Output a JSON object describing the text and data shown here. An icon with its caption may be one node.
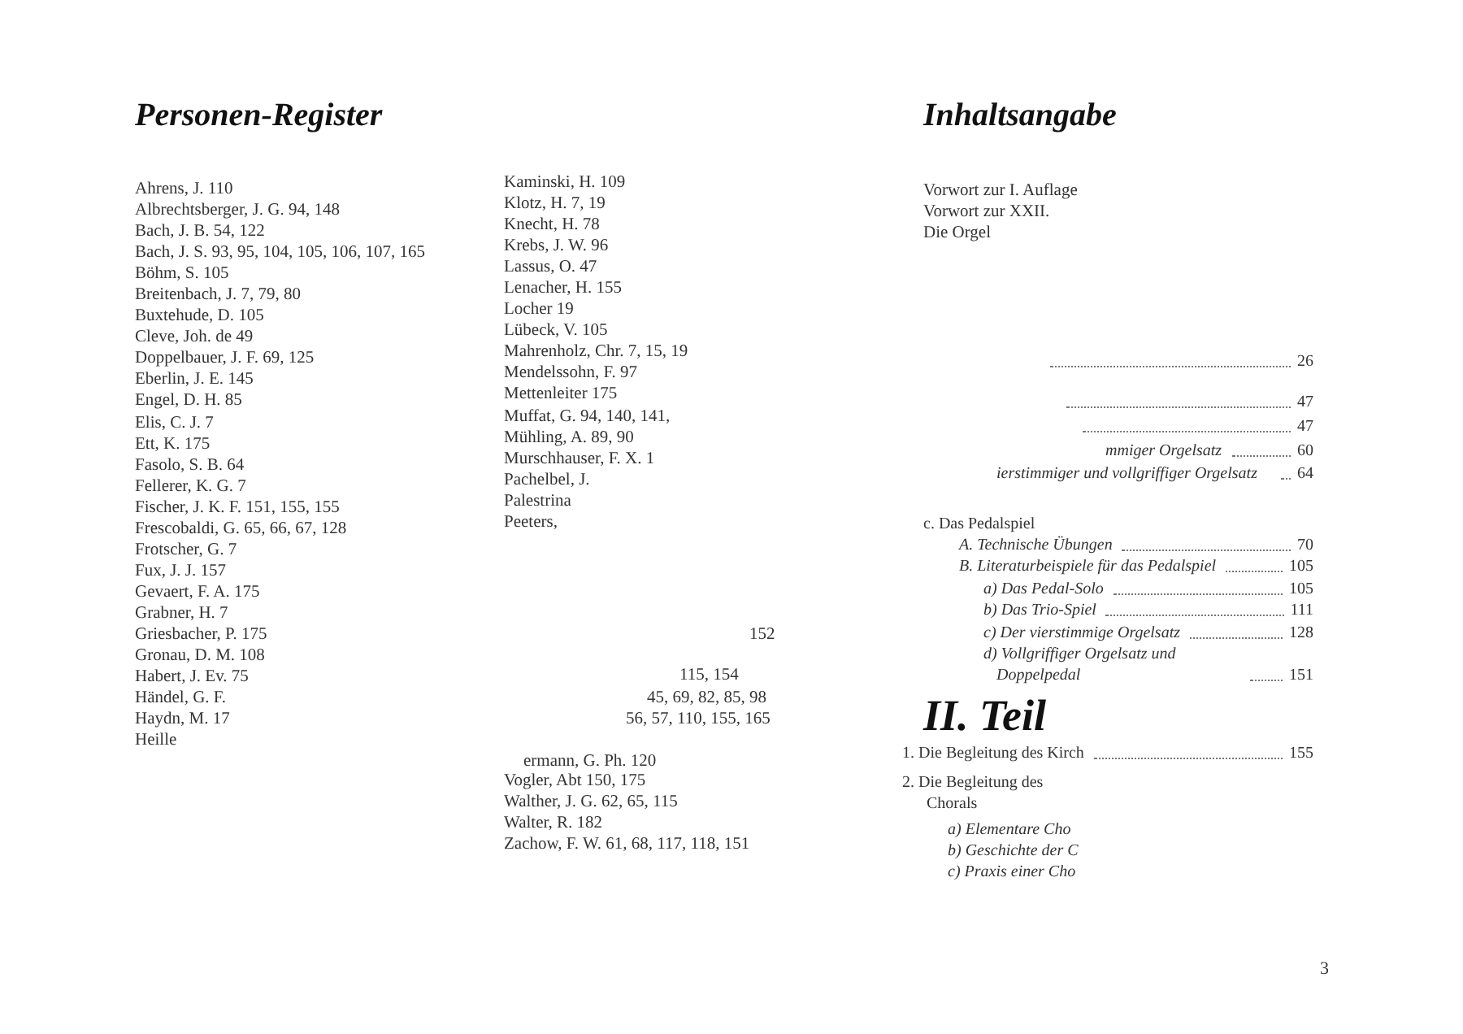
{
  "diagram": {
    "labels": [
      "Personen-Register",
      "Ahrens, J. 110",
      "Albrechtsberger, J. G. 94, 148",
      "Bach, J. B. 54, 122",
      "Bach, J. S. 93, 95, 104, 105, 106, 107, 165",
      "Böhm, S. 105",
      "Breitenbach, J. 7, 79, 80",
      "Buxtehude, D. 105",
      "Cleve, Joh. de 49",
      "Doppelbauer, J. F. 69, 125",
      "Eberlin, J. E. 145",
      "Engel, D. H. 85",
      "Elis, C. J. 7",
      "Ett, K. 175",
      "Fasolo, S. B. 64",
      "Fellerer, K. G. 7",
      "Fischer, J. K. F. 151, 155, 155",
      "Frescobaldi, G. 65, 66, 67, 128",
      "Frotscher, G. 7",
      "Fux, J. J. 157",
      "Gevaert, F. A. 175",
      "Grabner, H. 7",
      "Griesbacher, P. 175",
      "Gronau, D. M. 108",
      "Habert, J. Ev. 75",
      "Händel, G. F.",
      "Haydn, M. 17",
      "Heille",
      "Kaminski, H. 109",
      "Klotz, H. 7, 19",
      "Knecht, H. 78",
      "Krebs, J. W. 96",
      "Lassus, O. 47",
      "Lenacher, H. 155",
      "Locher 19",
      "Lübeck, V. 105",
      "Mahrenholz, Chr. 7, 15, 19",
      "Mendelssohn, F. 97",
      "Mettenleiter 175",
      "Muffat, G. 94, 140, 141,",
      "Mühling, A. 89, 90",
      "Murschhauser, F. X. 1",
      "Pachelbel, J.",
      "Palestrina",
      "Peeters,",
      "152",
      "115, 154",
      "45, 69, 82, 85, 98",
      "56, 57, 110, 155, 165",
      "ermann, G. Ph. 120",
      "Vogler, Abt 150, 175",
      "Walther, J. G. 62, 65, 115",
      "Walter, R. 182",
      "Zachow, F. W. 61, 68, 117, 118, 151",
      "Inhaltsangabe",
      "Vorwort zur I. Auflage",
      "Vorwort zur XXII.",
      "Die Orgel",
      "26",
      "47",
      "47",
      "mmiger Orgelsatz",
      "60",
      "ierstimmiger und vollgriffiger Orgelsatz",
      "64",
      "c. Das Pedalspiel",
      "A. Technische Übungen",
      "70",
      "B. Literaturbeispiele für das Pedalspiel",
      "105",
      "a) Das Pedal-Solo",
      "105",
      "b) Das Trio-Spiel",
      "111",
      "c) Der vierstimmige Orgelsatz",
      "128",
      "d) Vollgriffiger Orgelsatz und Doppelpedal",
      "151",
      "II. Teil",
      "1. Die Begleitung des Kirch",
      "155",
      "2. Die Begleitung des",
      "Chorals",
      "a) Elementare Cho",
      "b) Geschichte der C",
      "c) Praxis einer Cho",
      "3"
    ]
  }
}
